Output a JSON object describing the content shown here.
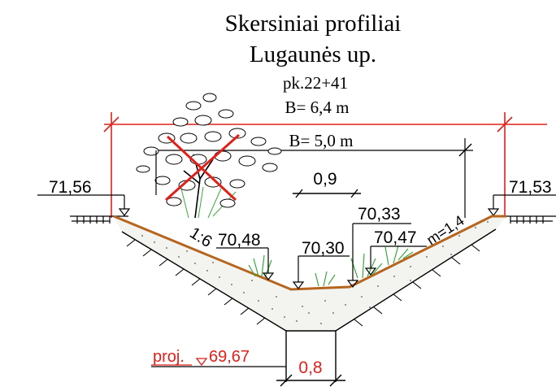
{
  "title": {
    "line1": "Skersiniai profiliai",
    "line2": "Lugaunės up."
  },
  "station": "pk.22+41",
  "dims": {
    "top_width": "B= 6,4 m",
    "bottom_width": "B= 5,0 m",
    "spacing": "0,9",
    "bottom_slot": "0,8"
  },
  "slopes": {
    "left": "1:6",
    "right": "m=1,4"
  },
  "elevations": {
    "left_bank": "71,56",
    "right_bank": "71,53",
    "left_bed": "70,48",
    "center_bed": "70,30",
    "center_upper": "70,33",
    "right_bed": "70,47",
    "project_label": "proj.",
    "project_value": "69,67"
  },
  "colors": {
    "dimension_red": "#e0201a",
    "channel_brown": "#b5651d",
    "tree": "#000000",
    "grass": "#3aa83a"
  }
}
